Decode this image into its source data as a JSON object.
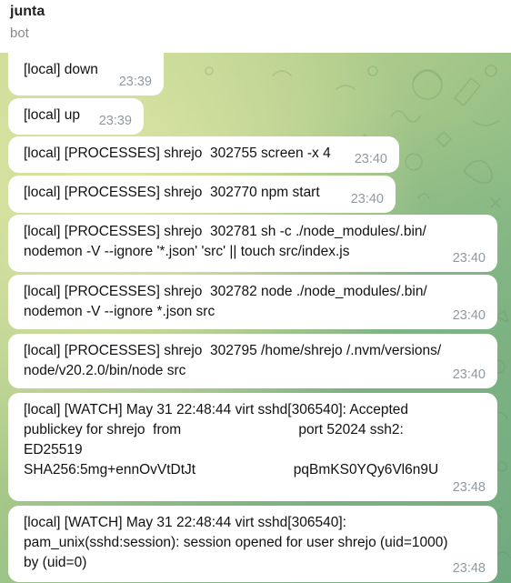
{
  "chat": {
    "title": "junta",
    "subtitle": "bot"
  },
  "messages": [
    {
      "text": "[local] down",
      "time": "23:39"
    },
    {
      "text": "[local] up",
      "time": "23:39"
    },
    {
      "text": "[local] [PROCESSES] shrejo  302755 screen -x 4",
      "time": "23:40"
    },
    {
      "text": "[local] [PROCESSES] shrejo  302770 npm start",
      "time": "23:40"
    },
    {
      "text": "[local] [PROCESSES] shrejo  302781 sh -c ./node_modules/.bin/\nnodemon -V --ignore '*.json' 'src' || touch src/index.js",
      "time": "23:40"
    },
    {
      "text": "[local] [PROCESSES] shrejo  302782 node ./node_modules/.bin/\nnodemon -V --ignore *.json src",
      "time": "23:40"
    },
    {
      "text": "[local] [PROCESSES] shrejo  302795 /home/shrejo /.nvm/versions/\nnode/v20.2.0/bin/node src",
      "time": "23:40"
    },
    {
      "text": "[local] [WATCH] May 31 22:48:44 virt sshd[306540]: Accepted\npublickey for shrejo  from                              port 52024 ssh2:\nED25519\nSHA256:5mg+ennOvVtDtJt                         pqBmKS0YQy6Vl6n9U",
      "time": "23:48"
    },
    {
      "text": "[local] [WATCH] May 31 22:48:44 virt sshd[306540]:\npam_unix(sshd:session): session opened for user shrejo (uid=1000)\nby (uid=0)",
      "time": "23:48"
    }
  ]
}
